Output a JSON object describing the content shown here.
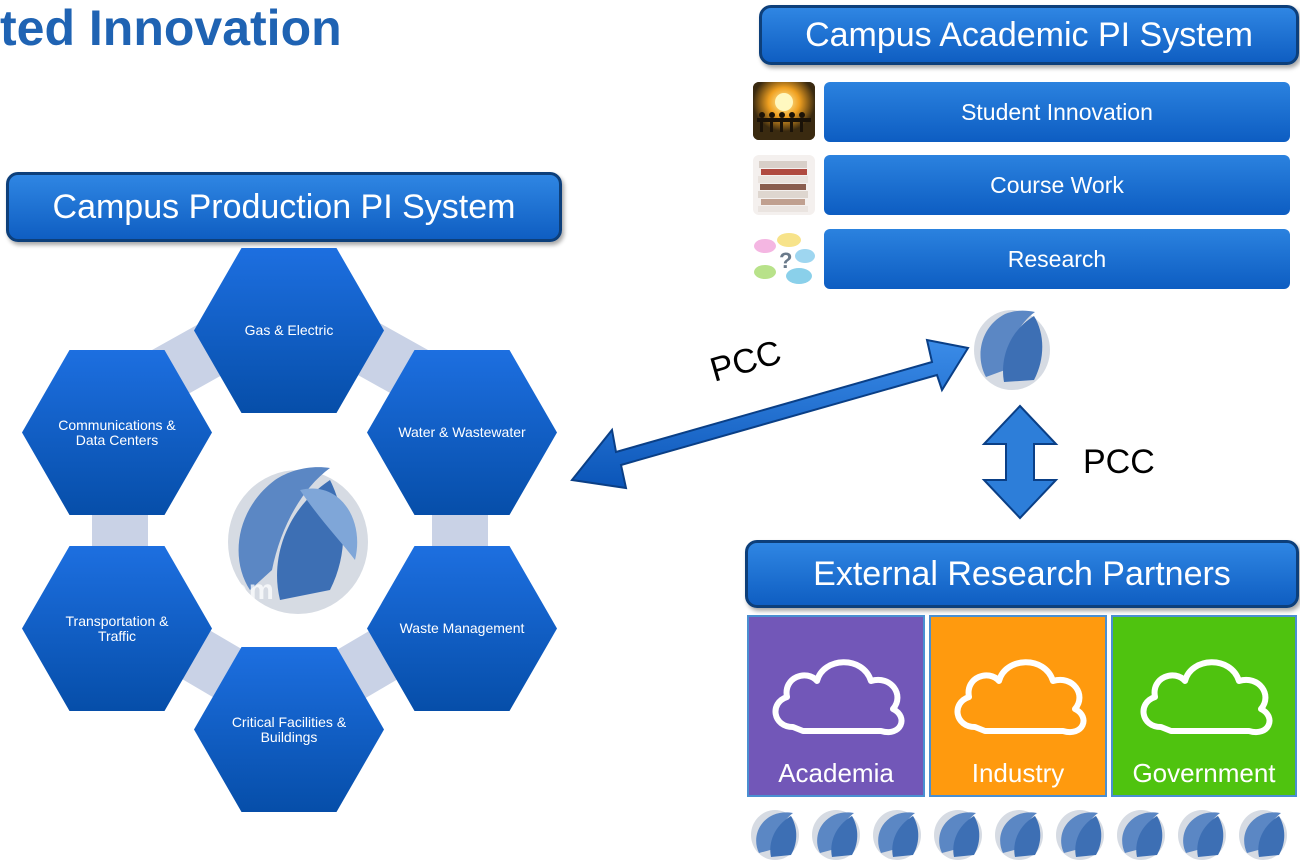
{
  "slide": {
    "title": "ted Innovation"
  },
  "academic": {
    "header": "Campus Academic PI System",
    "items": [
      {
        "label": "Student Innovation",
        "icon": "people-lightbulb-icon"
      },
      {
        "label": "Course Work",
        "icon": "book-stack-icon"
      },
      {
        "label": "Research",
        "icon": "speech-bubbles-icon"
      }
    ]
  },
  "production": {
    "header": "Campus Production PI System",
    "hexes": [
      {
        "label": "Gas & Electric"
      },
      {
        "label": "Water & Wastewater"
      },
      {
        "label": "Waste Management"
      },
      {
        "label": "Critical Facilities & Buildings"
      },
      {
        "label": "Transportation & Traffic"
      },
      {
        "label": "Communications & Data Centers"
      }
    ],
    "watermark": "tem"
  },
  "connections": {
    "diagonal_label": "PCC",
    "vertical_label": "PCC"
  },
  "partners": {
    "header": "External Research Partners",
    "tiles": [
      {
        "label": "Academia",
        "color": "#7257b8"
      },
      {
        "label": "Industry",
        "color": "#ff9a0e"
      },
      {
        "label": "Government",
        "color": "#4fc30f"
      }
    ],
    "server_icon_count": 9
  },
  "colors": {
    "primary_blue": "#1566cc",
    "title_blue": "#1f63b3"
  }
}
